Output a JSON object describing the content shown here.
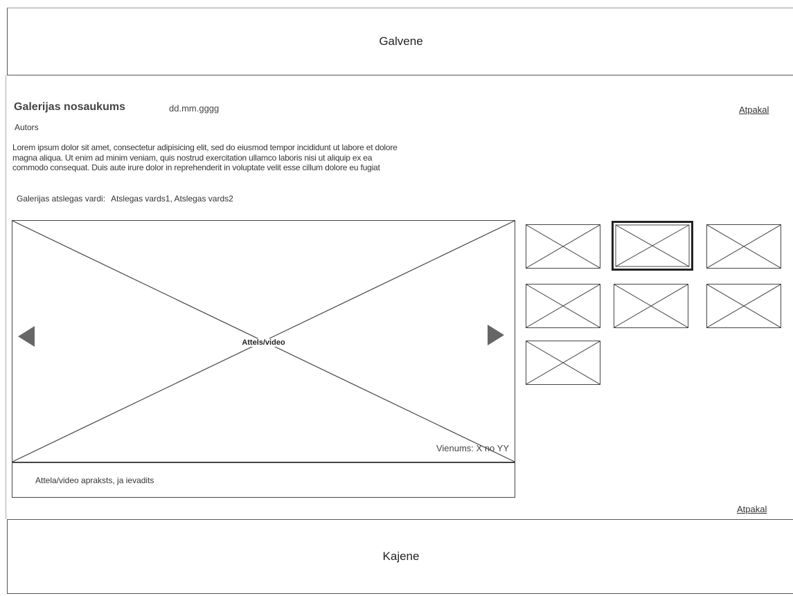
{
  "header": {
    "label": "Galvene"
  },
  "gallery": {
    "title": "Galerijas nosaukums",
    "date": "dd.mm.gggg",
    "author": "Autors",
    "back_label": "Atpakal",
    "description_lines": [
      "Lorem ipsum dolor sit amet, consectetur adipisicing elit, sed do eiusmod tempor incididunt ut labore et dolore",
      "magna aliqua. Ut enim ad minim veniam, quis nostrud exercitation ullamco laboris nisi ut aliquip ex ea",
      "commodo consequat. Duis aute irure dolor in reprehenderit in voluptate velit esse cillum dolore eu fugiat"
    ],
    "keywords_label": "Galerijas atslegas vardi:",
    "keywords_value": "Atslegas vards1, Atslegas vards2"
  },
  "viewer": {
    "label": "Attels/video",
    "views": "Vienums: X no YY",
    "caption": "Attela/video apraksts, ja ievadits"
  },
  "thumbnails": {
    "count": 7,
    "selected_index": 1
  },
  "footer": {
    "label": "Kajene"
  }
}
